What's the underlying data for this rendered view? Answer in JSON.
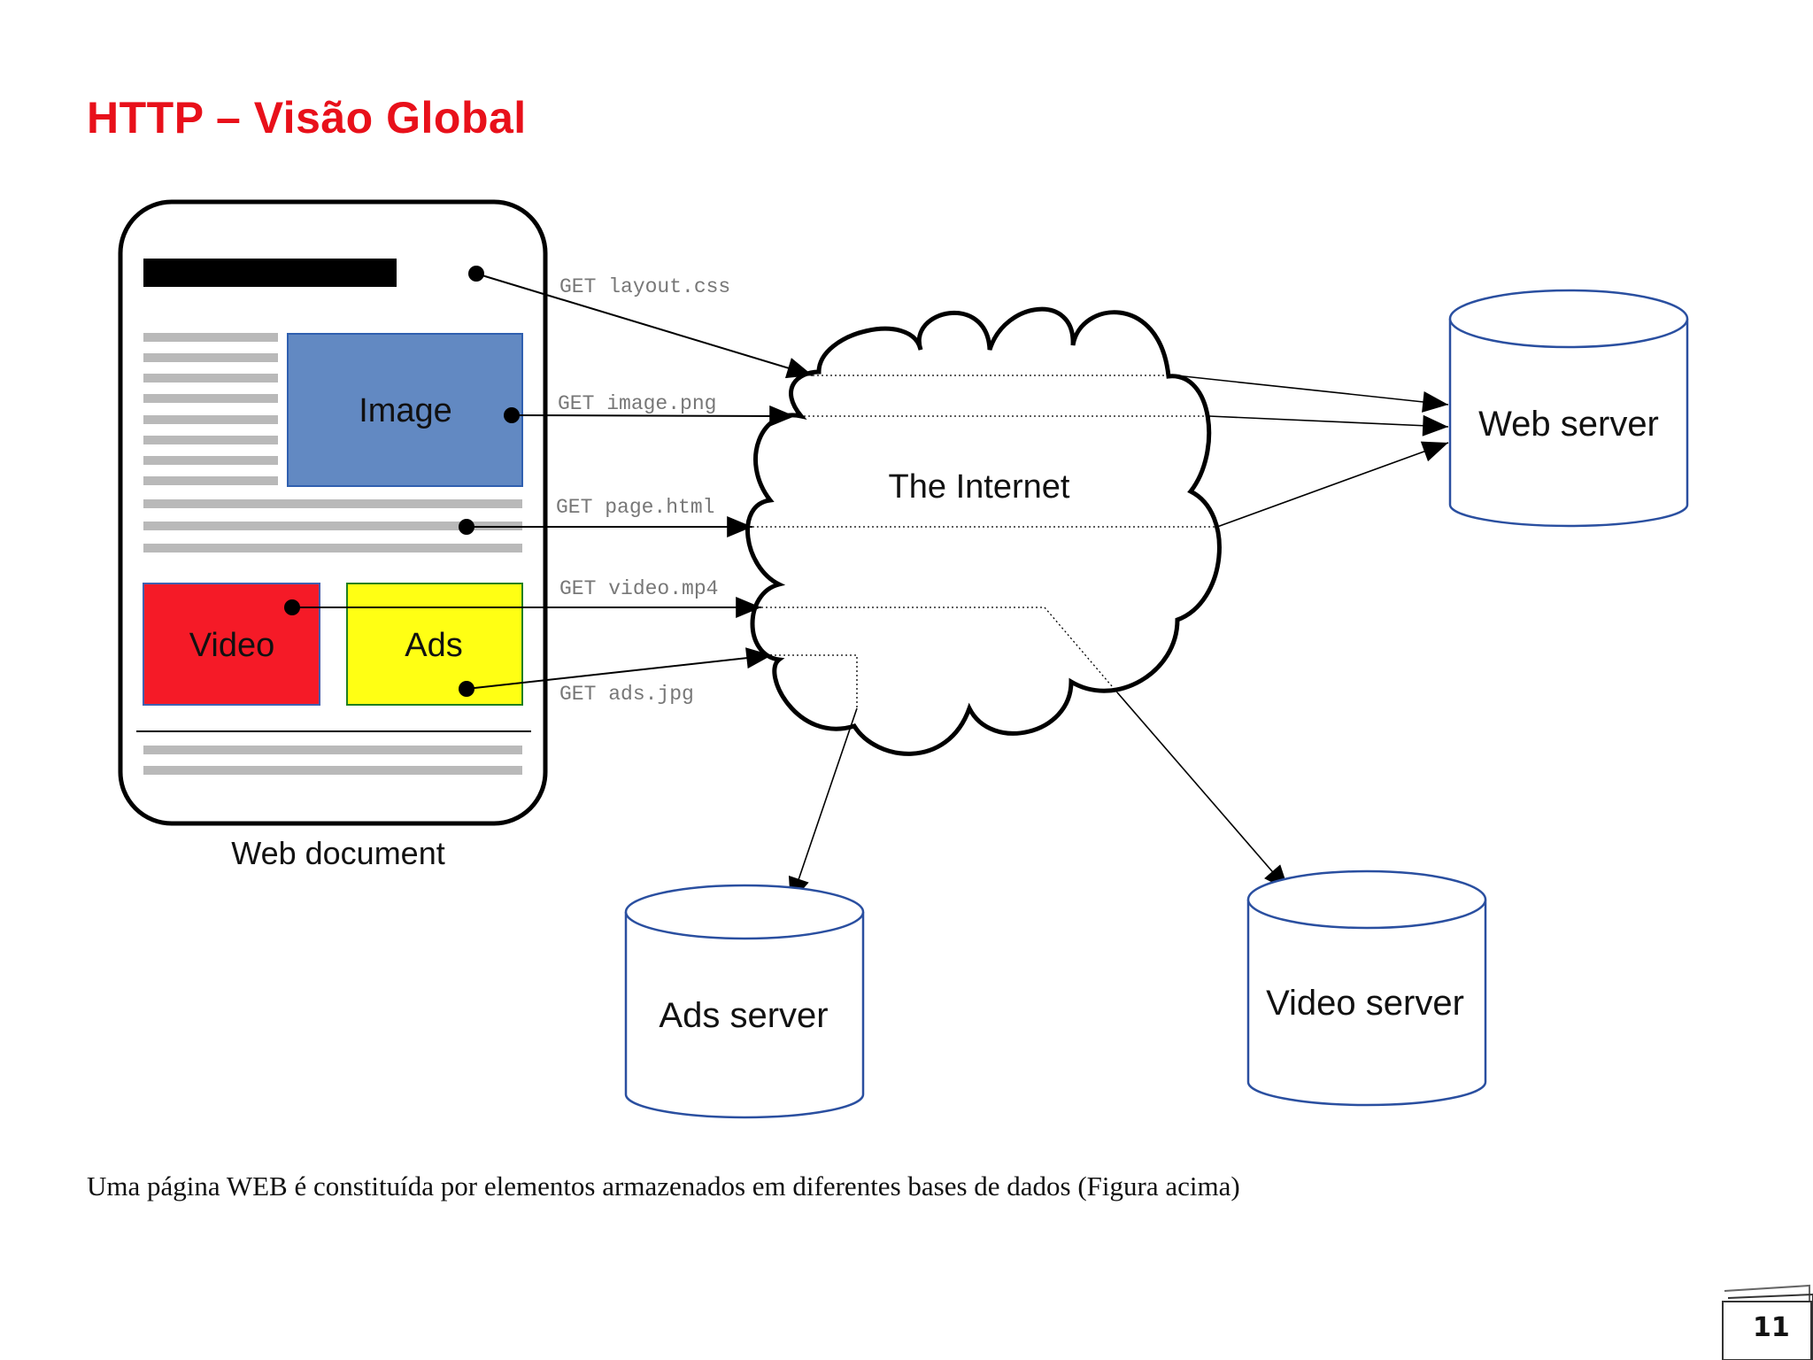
{
  "slide": {
    "title": "HTTP – Visão Global",
    "caption": "Uma página WEB é constituída por elementos armazenados em diferentes bases de dados (Figura acima)",
    "page_number": "11"
  },
  "diagram": {
    "document": {
      "caption": "Web document",
      "blocks": {
        "image": "Image",
        "video": "Video",
        "ads": "Ads"
      }
    },
    "cloud_label": "The Internet",
    "servers": {
      "web": "Web server",
      "ads": "Ads server",
      "video": "Video server"
    },
    "requests": [
      "GET layout.css",
      "GET image.png",
      "GET page.html",
      "GET video.mp4",
      "GET ads.jpg"
    ]
  },
  "colors": {
    "title": "#e8101a",
    "image_block": "#6289c2",
    "video_block": "#f51a27",
    "ads_block": "#ffff14",
    "server_outline": "#2a4fa0"
  }
}
